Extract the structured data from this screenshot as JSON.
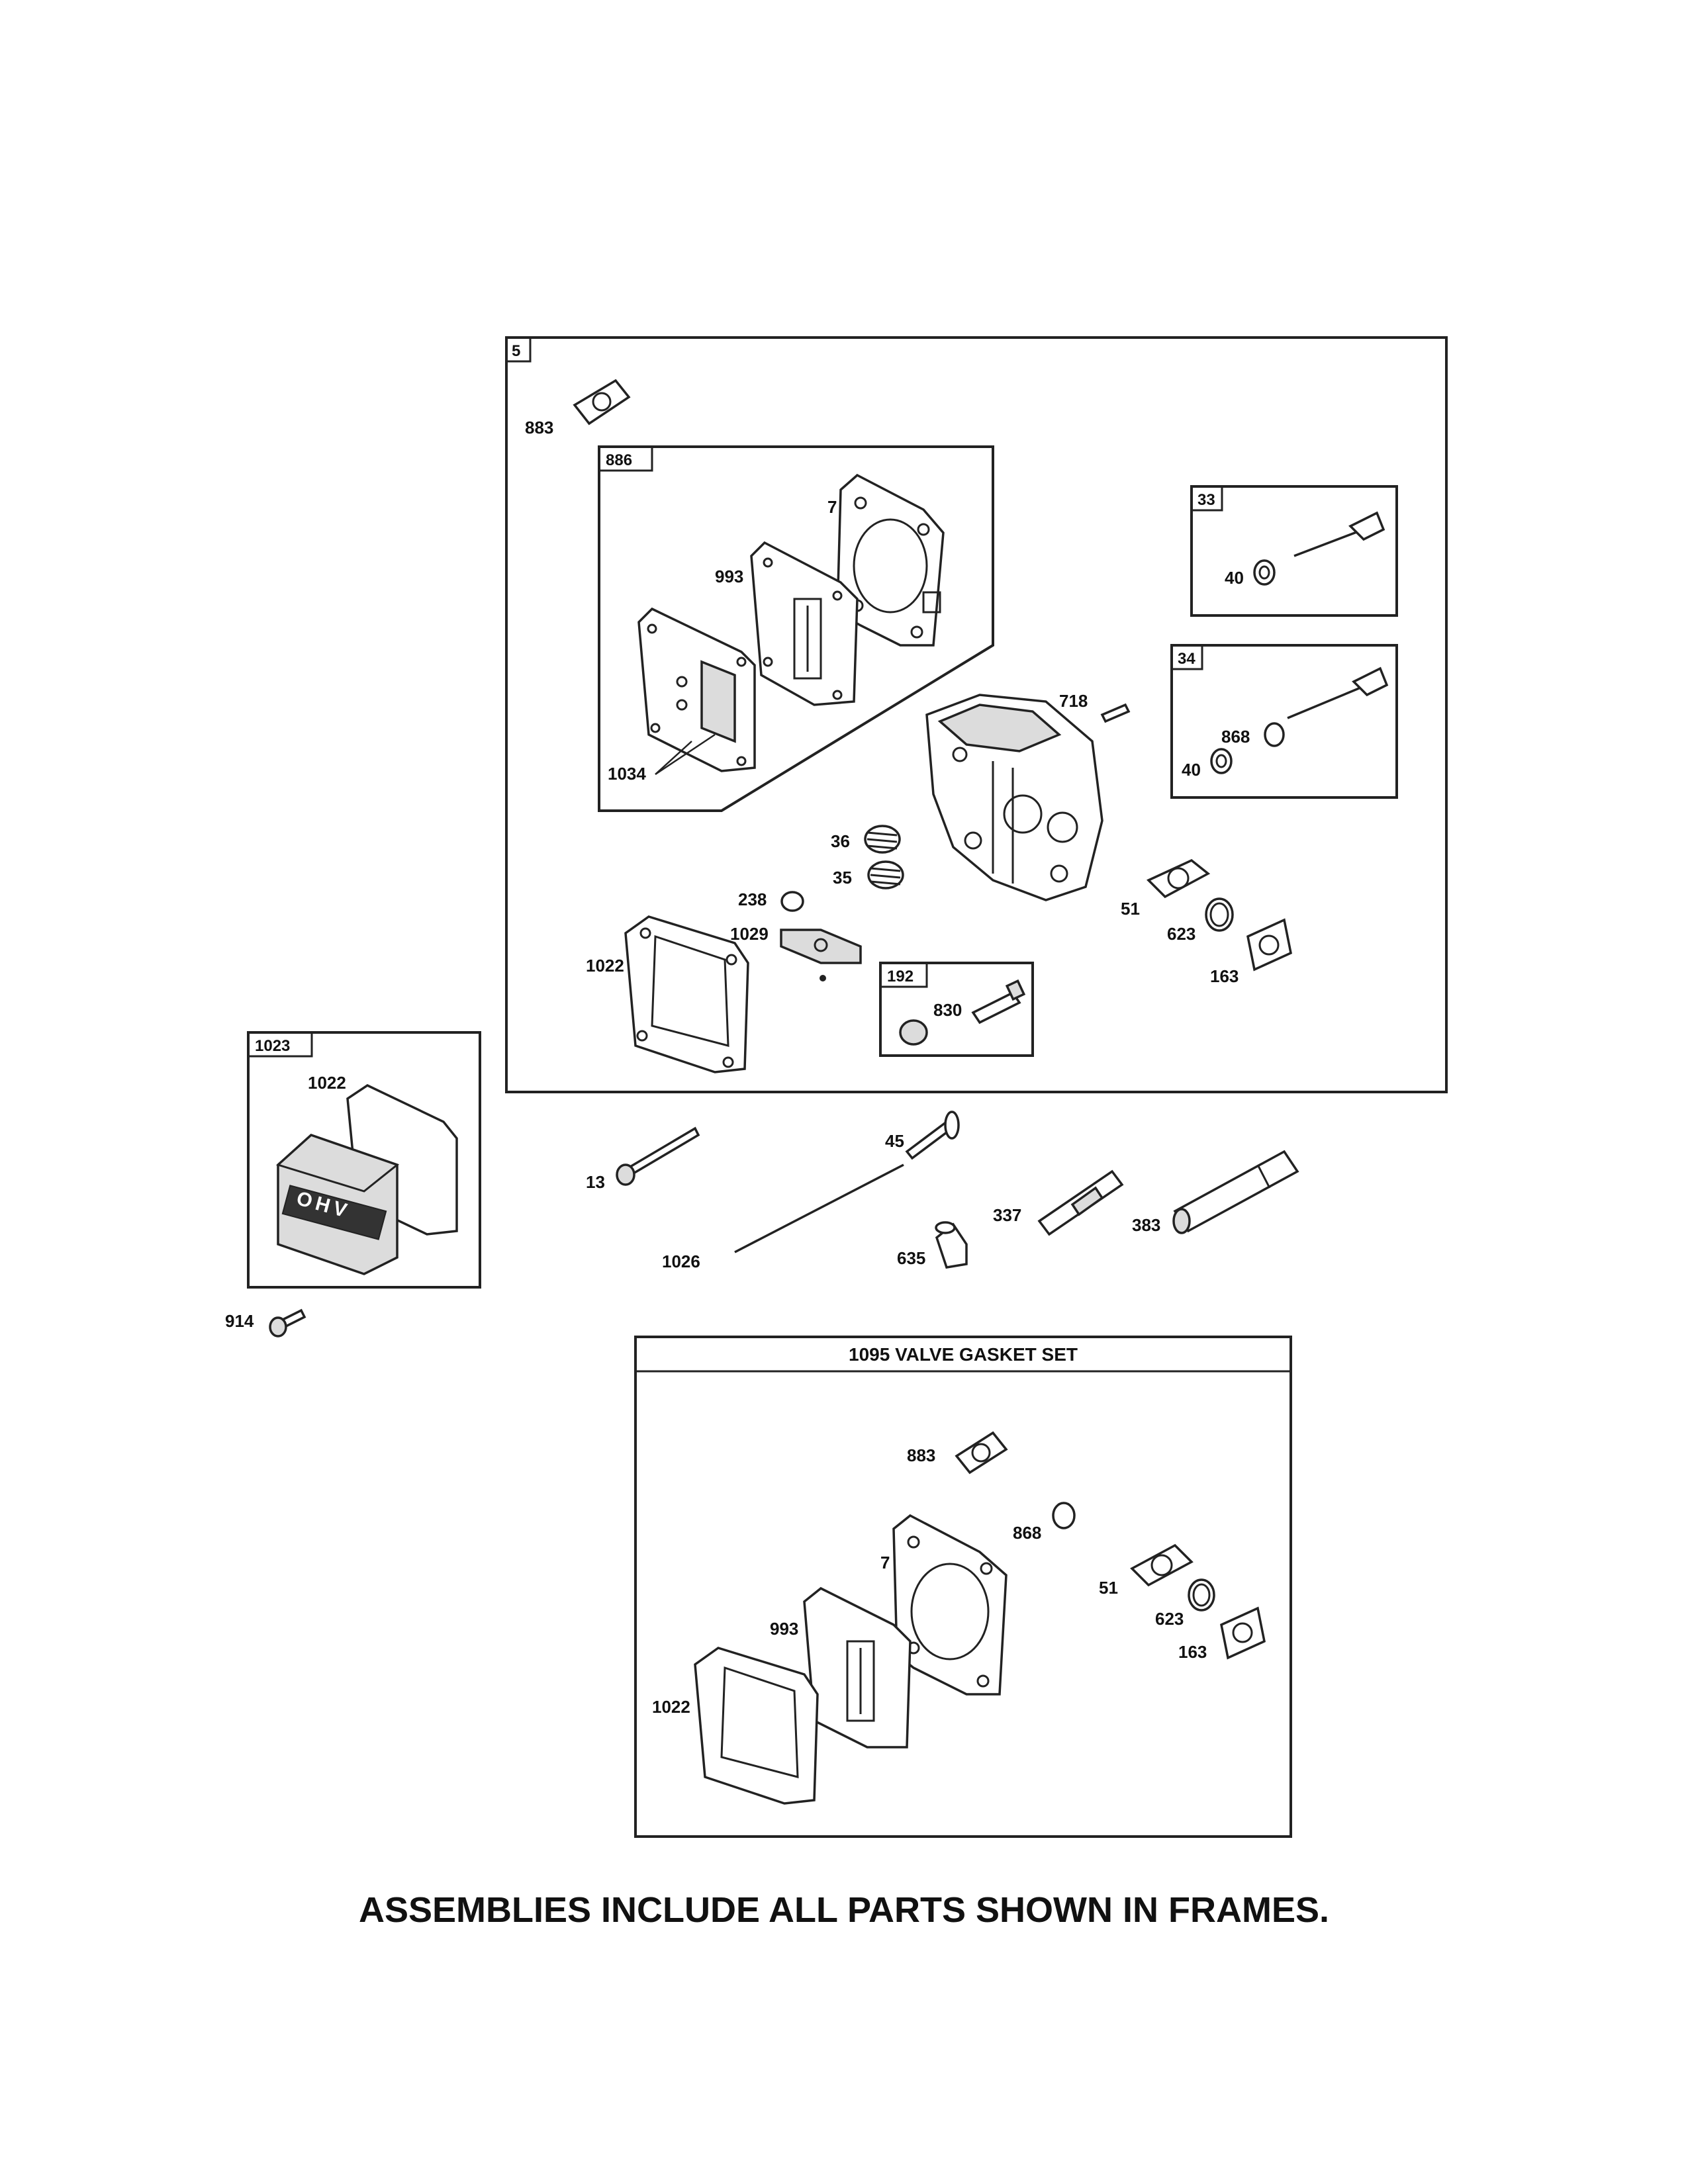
{
  "frames": {
    "cylinder_head_assembly": "5",
    "gasket_set": "886",
    "intake_valve": "33",
    "exhaust_valve": "34",
    "rocker_stud": "192",
    "valve_cover_assembly": "1023",
    "valve_gasket_set_title": "1095 VALVE GASKET SET"
  },
  "parts": {
    "p883": "883",
    "p886": "886",
    "p7": "7",
    "p993": "993",
    "p1034": "1034",
    "p33": "33",
    "p40a": "40",
    "p34": "34",
    "p868": "868",
    "p40b": "40",
    "p718": "718",
    "p36": "36",
    "p35": "35",
    "p238": "238",
    "p1029": "1029",
    "p1022": "1022",
    "p51": "51",
    "p623": "623",
    "p163": "163",
    "p830": "830",
    "p192": "192",
    "p1022c": "1022",
    "p914": "914",
    "p13": "13",
    "p45": "45",
    "p1026": "1026",
    "p635": "635",
    "p337": "337",
    "p383": "383"
  },
  "gasket_set_parts": {
    "p883": "883",
    "p868": "868",
    "p7": "7",
    "p51": "51",
    "p623": "623",
    "p163": "163",
    "p993": "993",
    "p1022": "1022"
  },
  "cover_text": "OHV",
  "footer": "ASSEMBLIES INCLUDE ALL PARTS SHOWN IN FRAMES."
}
